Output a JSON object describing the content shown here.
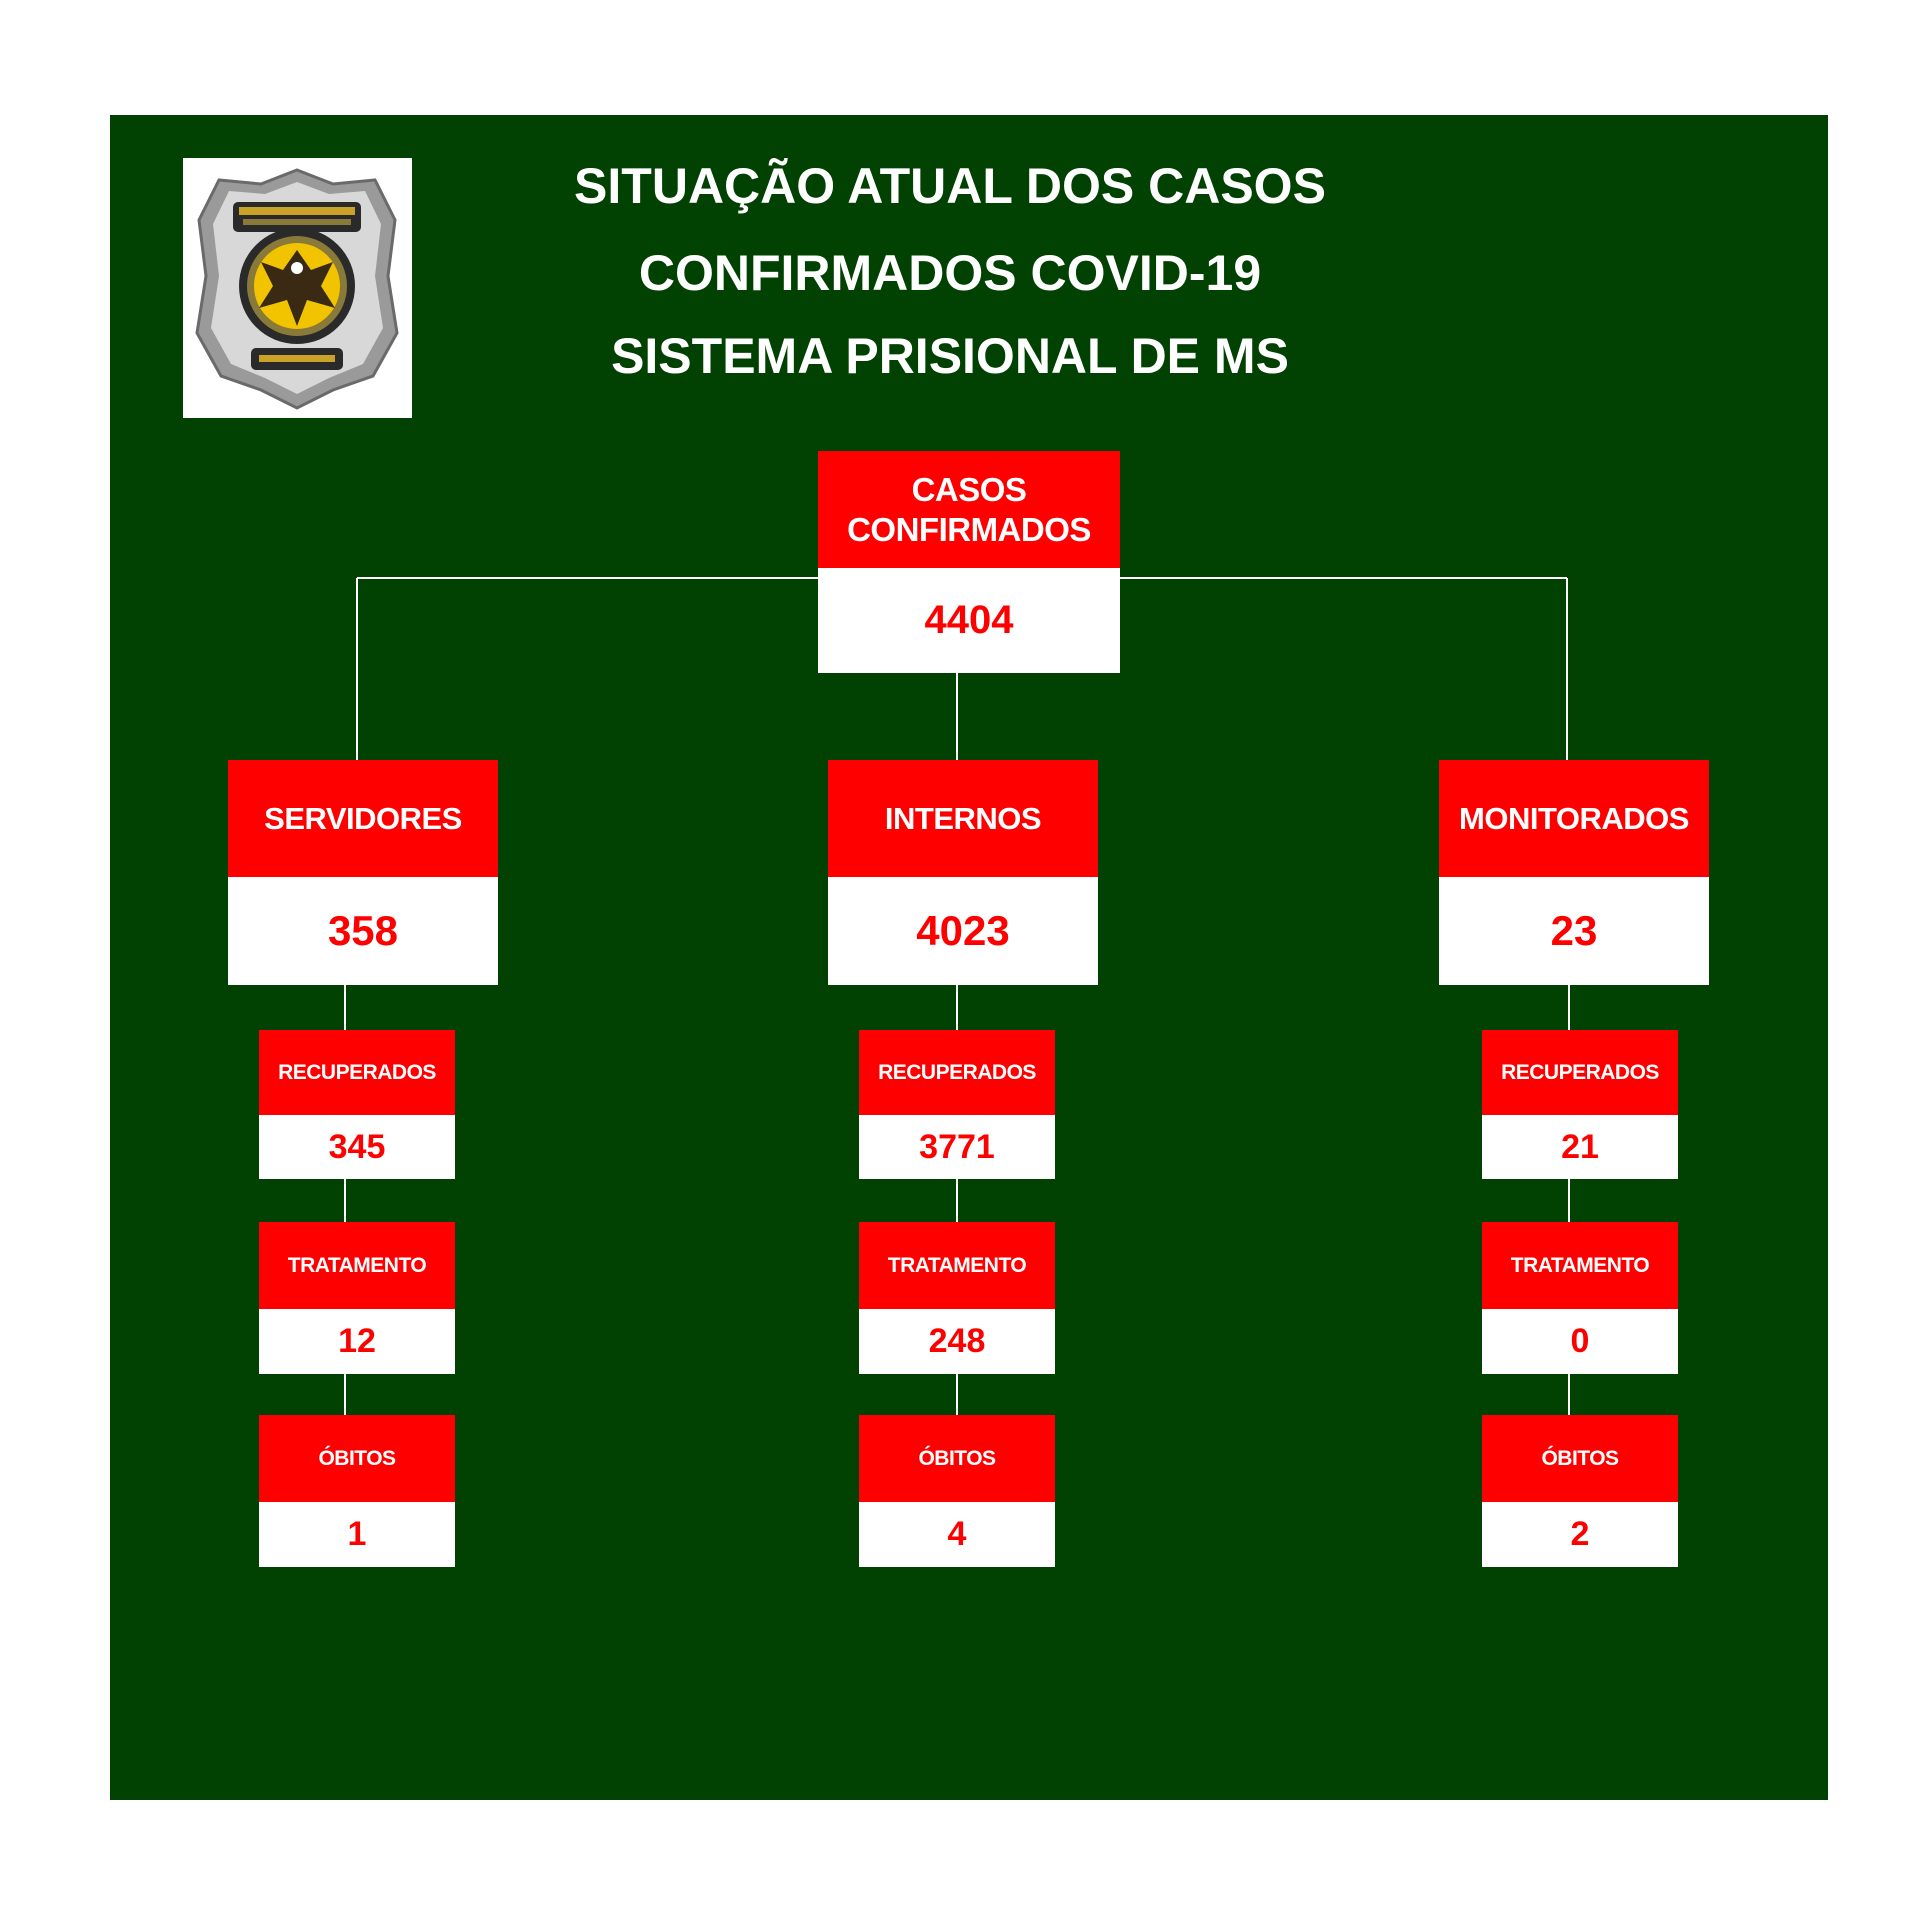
{
  "colors": {
    "background": "#014101",
    "header": "#ff0000",
    "value_text": "#ff0000",
    "connector": "#ffffff"
  },
  "header": {
    "logo_icon": "prison-system-shield-badge",
    "title_lines": [
      "SITUAÇÃO ATUAL DOS CASOS",
      "CONFIRMADOS COVID-19",
      "SISTEMA PRISIONAL DE MS"
    ]
  },
  "root": {
    "label_lines": [
      "CASOS",
      "CONFIRMADOS"
    ],
    "value": "4404"
  },
  "groups": [
    {
      "label": "SERVIDORES",
      "value": "358",
      "items": [
        {
          "label": "RECUPERADOS",
          "value": "345"
        },
        {
          "label": "TRATAMENTO",
          "value": "12"
        },
        {
          "label": "ÓBITOS",
          "value": "1"
        }
      ]
    },
    {
      "label": "INTERNOS",
      "value": "4023",
      "items": [
        {
          "label": "RECUPERADOS",
          "value": "3771"
        },
        {
          "label": "TRATAMENTO",
          "value": "248"
        },
        {
          "label": "ÓBITOS",
          "value": "4"
        }
      ]
    },
    {
      "label": "MONITORADOS",
      "value": "23",
      "items": [
        {
          "label": "RECUPERADOS",
          "value": "21"
        },
        {
          "label": "TRATAMENTO",
          "value": "0"
        },
        {
          "label": "ÓBITOS",
          "value": "2"
        }
      ]
    }
  ]
}
